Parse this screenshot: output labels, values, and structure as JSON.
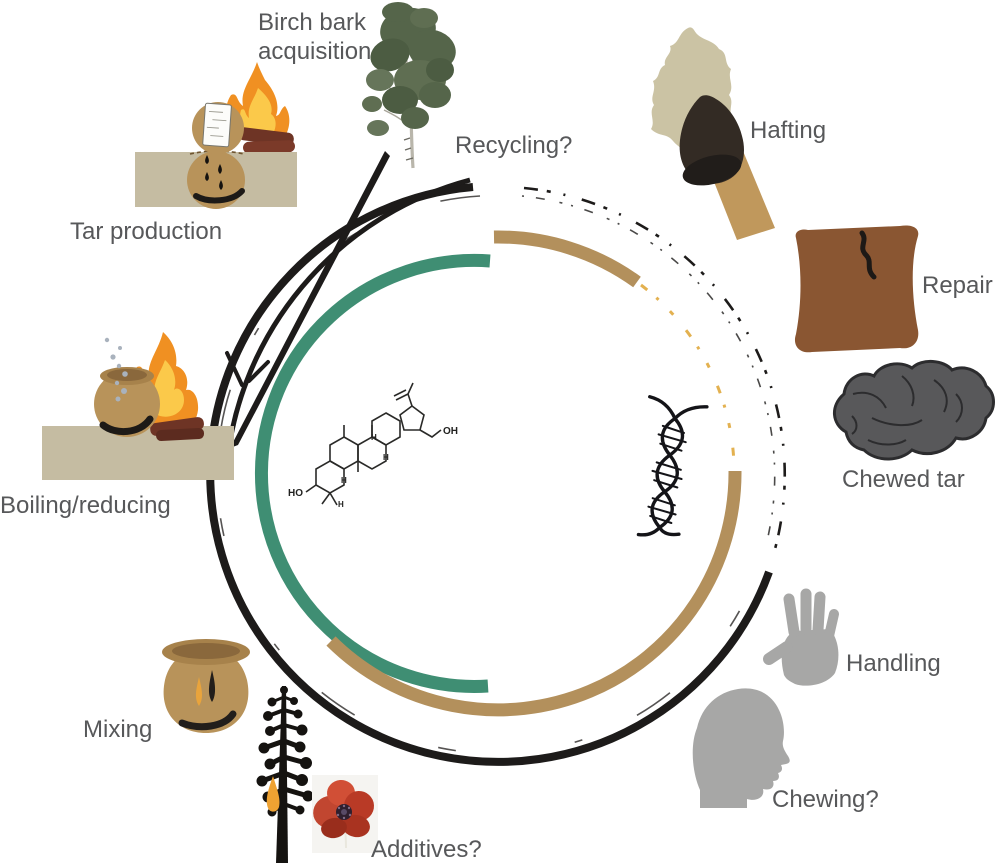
{
  "figure": {
    "background": "#ffffff",
    "text_color": "#57585a",
    "stages": [
      {
        "id": "birch-bark-acquisition",
        "lines": [
          "Birch bark",
          "acquisition"
        ],
        "icon": "birch-tree-icon"
      },
      {
        "id": "tar-production",
        "label": "Tar production",
        "icon": "tar-production-pots-icon"
      },
      {
        "id": "recycling",
        "label": "Recycling?",
        "icon": "recycling-arrow-icon"
      },
      {
        "id": "hafting",
        "label": "Hafting",
        "icon": "hafted-point-icon"
      },
      {
        "id": "repair",
        "label": "Repair",
        "icon": "repaired-vessel-icon"
      },
      {
        "id": "chewed-tar",
        "label": "Chewed tar",
        "icon": "chewed-tar-lump-icon"
      },
      {
        "id": "handling",
        "label": "Handling",
        "icon": "hand-icon"
      },
      {
        "id": "chewing",
        "label": "Chewing?",
        "icon": "head-profile-icon"
      },
      {
        "id": "additives",
        "label": "Additives?",
        "icon": "pine-tree-and-poppy-icon"
      },
      {
        "id": "mixing",
        "label": "Mixing",
        "icon": "mixing-pot-icon"
      },
      {
        "id": "boiling-reducing",
        "label": "Boiling/reducing",
        "icon": "boiling-pot-icon"
      }
    ],
    "center": {
      "molecule": {
        "name": "betulin-structure",
        "label_ho": "HO",
        "label_oh": "OH",
        "h_label": "H"
      },
      "dna": "dna-helix-icon"
    },
    "rings": {
      "outer_black": "#1d1b1a",
      "inner_green": "#3f8e73",
      "inner_tan": "#b3905c",
      "gold_dashed": "#e0a93d"
    },
    "colors": {
      "pot_tan": "#b8935a",
      "ground_tan": "#c5bca2",
      "fire_orange": "#f09022",
      "fire_yellow": "#fbc94a",
      "log_brown": "#6e3425",
      "repair_brown": "#8a5632",
      "stone_beige": "#cbc3a4",
      "wood_shaft": "#c0985c",
      "tar_black": "#2d2722",
      "chewed_tar_gray": "#58585a",
      "body_gray": "#a7a7a6",
      "poppy_red": "#c14630",
      "resin_amber": "#efa232",
      "bubble_gray": "#a9b2bd"
    }
  }
}
